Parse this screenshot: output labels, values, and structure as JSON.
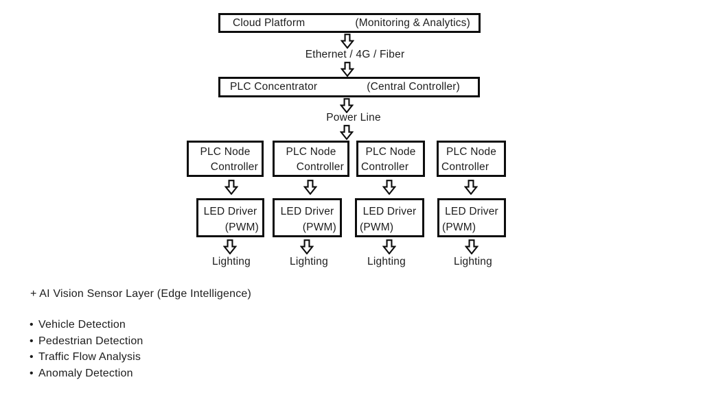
{
  "diagram": {
    "cloud": {
      "title": "Cloud Platform",
      "subtitle": "(Monitoring & Analytics)"
    },
    "link_cloud_concentrator": "Ethernet / 4G / Fiber",
    "concentrator": {
      "title": "PLC Concentrator",
      "subtitle": "(Central Controller)"
    },
    "link_concentrator_nodes": "Power Line",
    "columns": [
      {
        "node_title": "PLC Node",
        "node_subtitle": "Controller",
        "driver_title": "LED Driver",
        "driver_subtitle": "(PWM)",
        "output": "Lighting"
      },
      {
        "node_title": "PLC Node",
        "node_subtitle": "Controller",
        "driver_title": "LED Driver",
        "driver_subtitle": "(PWM)",
        "output": "Lighting"
      },
      {
        "node_title": "PLC Node",
        "node_subtitle": "Controller",
        "driver_title": "LED Driver",
        "driver_subtitle": "(PWM)",
        "output": "Lighting"
      },
      {
        "node_title": "PLC Node",
        "node_subtitle": "Controller",
        "driver_title": "LED Driver",
        "driver_subtitle": "(PWM)",
        "output": "Lighting"
      }
    ]
  },
  "annotation": {
    "heading": "+ AI Vision Sensor Layer (Edge Intelligence)",
    "bullet_char": "•",
    "items": [
      "Vehicle Detection",
      "Pedestrian Detection",
      "Traffic Flow Analysis",
      "Anomaly Detection"
    ]
  },
  "colors": {
    "ink": "#1c1c1c",
    "border": "#0d0d0d",
    "background": "#ffffff"
  }
}
